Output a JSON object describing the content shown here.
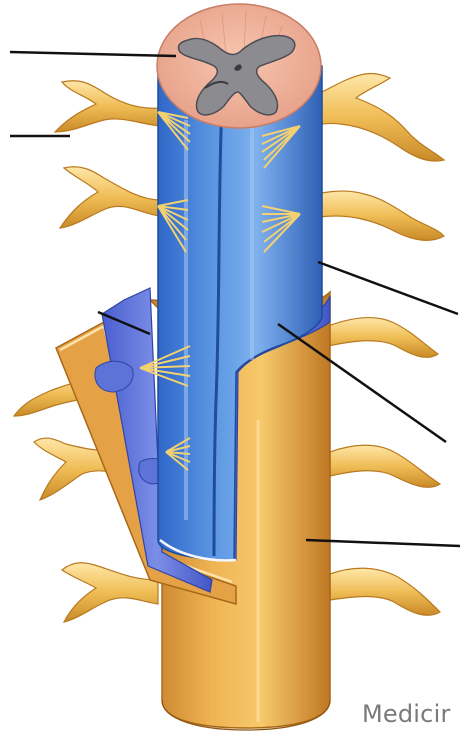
{
  "watermark": {
    "text": "Medicir"
  },
  "colors": {
    "background": "#ffffff",
    "pia_blue": "#4a86d6",
    "pia_blue_dark": "#2c5fb7",
    "pia_blue_light": "#9fc4f0",
    "arachnoid_blue": "#5d73d8",
    "arachnoid_dark": "#3c50b7",
    "dura_orange": "#de9a3b",
    "dura_orange_light": "#f6c96b",
    "dura_orange_dark": "#b9741f",
    "nerve_yellow": "#e8b64a",
    "nerve_light": "#ffe4a0",
    "grey_matter": "#8a8a8f",
    "white_matter": "#f1b19c",
    "leader_line": "#111111",
    "watermark": "#7a7a7a"
  },
  "diagram": {
    "subject": "spinal-cord-meninges",
    "leader_line_count": 6
  }
}
